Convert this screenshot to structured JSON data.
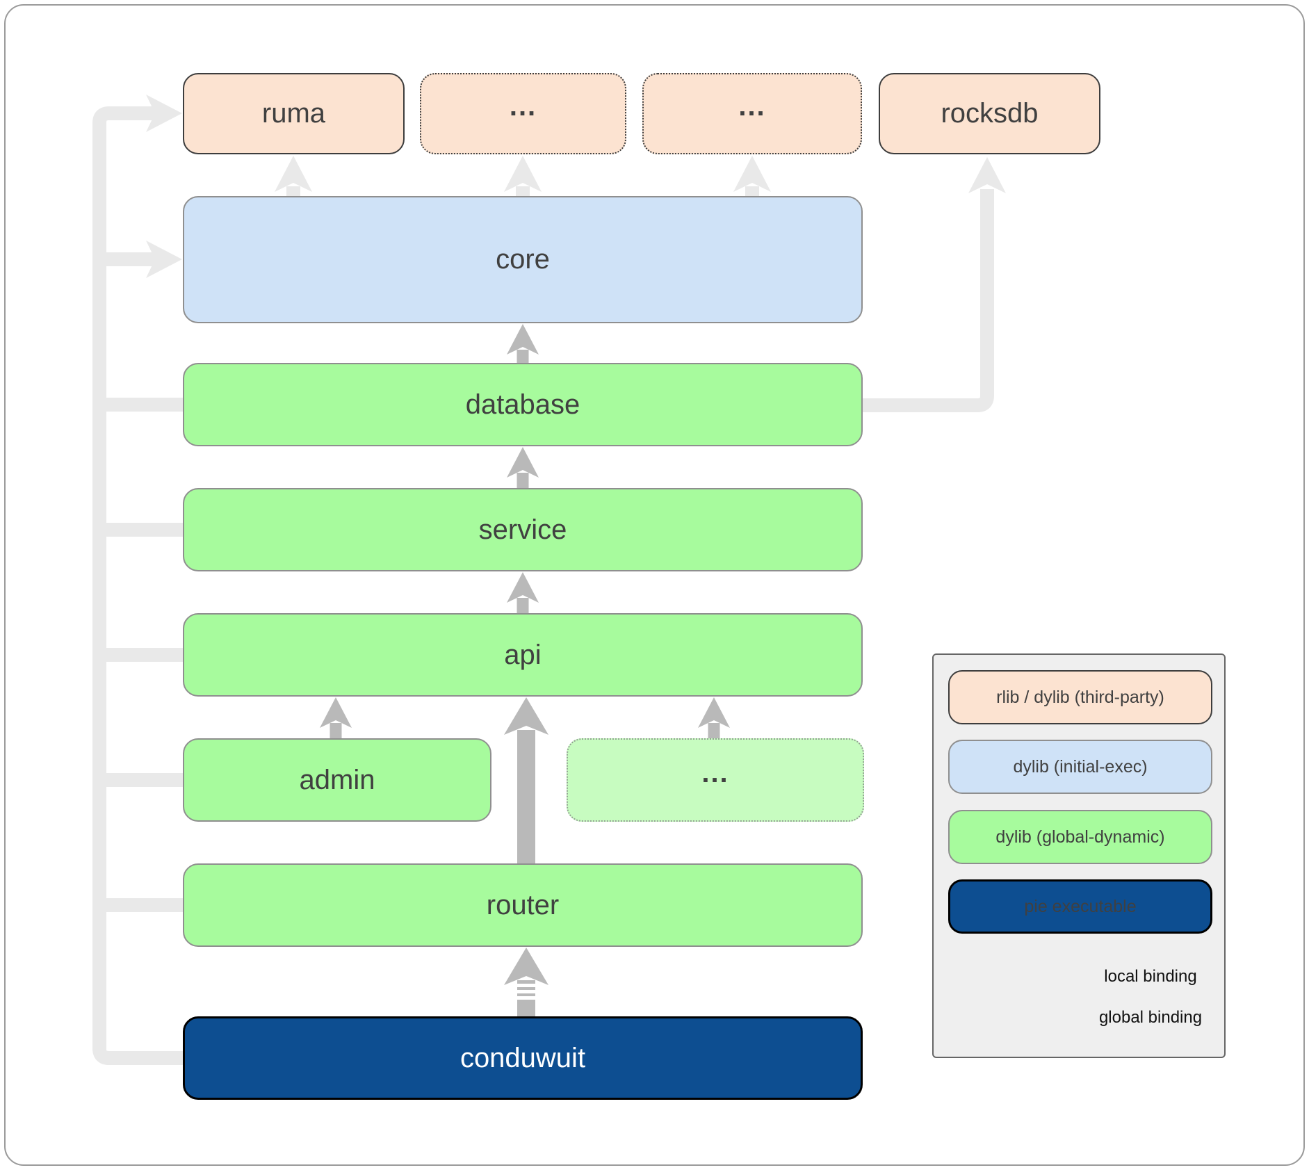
{
  "nodes": {
    "ruma": {
      "label": "ruma",
      "kind": "rlib / dylib (third-party)"
    },
    "ellipsis_top_1": {
      "label": "...",
      "kind": "rlib / dylib (third-party)"
    },
    "ellipsis_top_2": {
      "label": "...",
      "kind": "rlib / dylib (third-party)"
    },
    "rocksdb": {
      "label": "rocksdb",
      "kind": "rlib / dylib (third-party)"
    },
    "core": {
      "label": "core",
      "kind": "dylib (initial-exec)"
    },
    "database": {
      "label": "database",
      "kind": "dylib (global-dynamic)"
    },
    "service": {
      "label": "service",
      "kind": "dylib (global-dynamic)"
    },
    "api": {
      "label": "api",
      "kind": "dylib (global-dynamic)"
    },
    "admin": {
      "label": "admin",
      "kind": "dylib (global-dynamic)"
    },
    "ellipsis_mid": {
      "label": "...",
      "kind": "dylib (global-dynamic)"
    },
    "router": {
      "label": "router",
      "kind": "dylib (global-dynamic)"
    },
    "conduwuit": {
      "label": "conduwuit",
      "kind": "pie executable"
    }
  },
  "edges": [
    {
      "from": "database",
      "to": "core",
      "binding": "global"
    },
    {
      "from": "service",
      "to": "database",
      "binding": "global"
    },
    {
      "from": "api",
      "to": "service",
      "binding": "global"
    },
    {
      "from": "admin",
      "to": "api",
      "binding": "global"
    },
    {
      "from": "ellipsis_mid",
      "to": "api",
      "binding": "global"
    },
    {
      "from": "router",
      "to": "api",
      "binding": "global"
    },
    {
      "from": "conduwuit",
      "to": "router",
      "binding": "local"
    },
    {
      "from": "core",
      "to": "ruma",
      "binding": "global"
    },
    {
      "from": "core",
      "to": "ellipsis_top_1",
      "binding": "global"
    },
    {
      "from": "core",
      "to": "ellipsis_top_2",
      "binding": "global"
    },
    {
      "from": "database",
      "to": "rocksdb",
      "binding": "global"
    }
  ],
  "left_rail_connects": [
    "conduwuit",
    "router",
    "admin",
    "api",
    "service",
    "database",
    "core",
    "ruma"
  ],
  "legend": {
    "items": [
      {
        "label": "rlib / dylib (third-party)",
        "type": "peach"
      },
      {
        "label": "dylib (initial-exec)",
        "type": "blue"
      },
      {
        "label": "dylib (global-dynamic)",
        "type": "green"
      },
      {
        "label": "pie executable",
        "type": "navy"
      }
    ],
    "bindings": [
      {
        "label": "local binding",
        "style": "dashed"
      },
      {
        "label": "global binding",
        "style": "solid"
      }
    ]
  },
  "colors": {
    "peach": "#fce3d1",
    "blue": "#cfe2f7",
    "green": "#a7fb9d",
    "green_light": "#c7fcc0",
    "navy": "#0d4e91",
    "arrow_light": "#e9e9e9",
    "arrow_gray": "#b9b9b9"
  }
}
